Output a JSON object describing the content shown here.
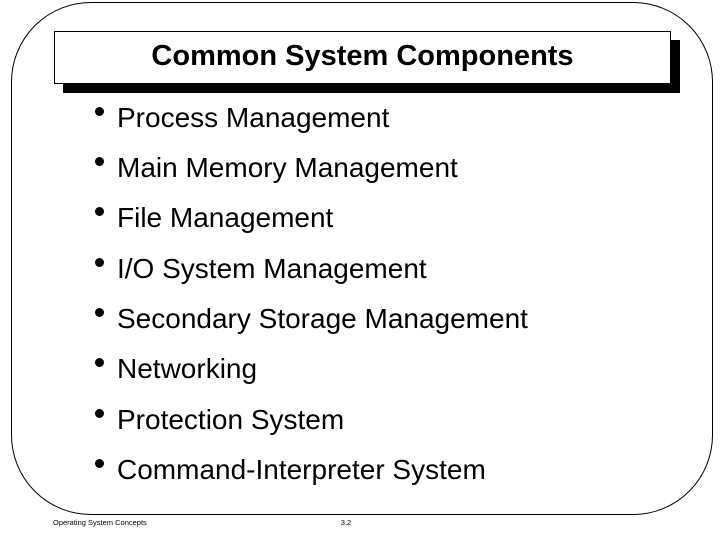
{
  "slide": {
    "title": "Common System Components",
    "bullets": [
      "Process Management",
      "Main Memory Management",
      "File Management",
      "I/O System Management",
      "Secondary Storage Management",
      "Networking",
      "Protection System",
      "Command-Interpreter System"
    ],
    "footer": {
      "left": "Operating System Concepts",
      "page": "3.2"
    },
    "colors": {
      "background": "#ffffff",
      "border": "#000000",
      "text": "#000000",
      "title_shadow": "#000000"
    }
  }
}
